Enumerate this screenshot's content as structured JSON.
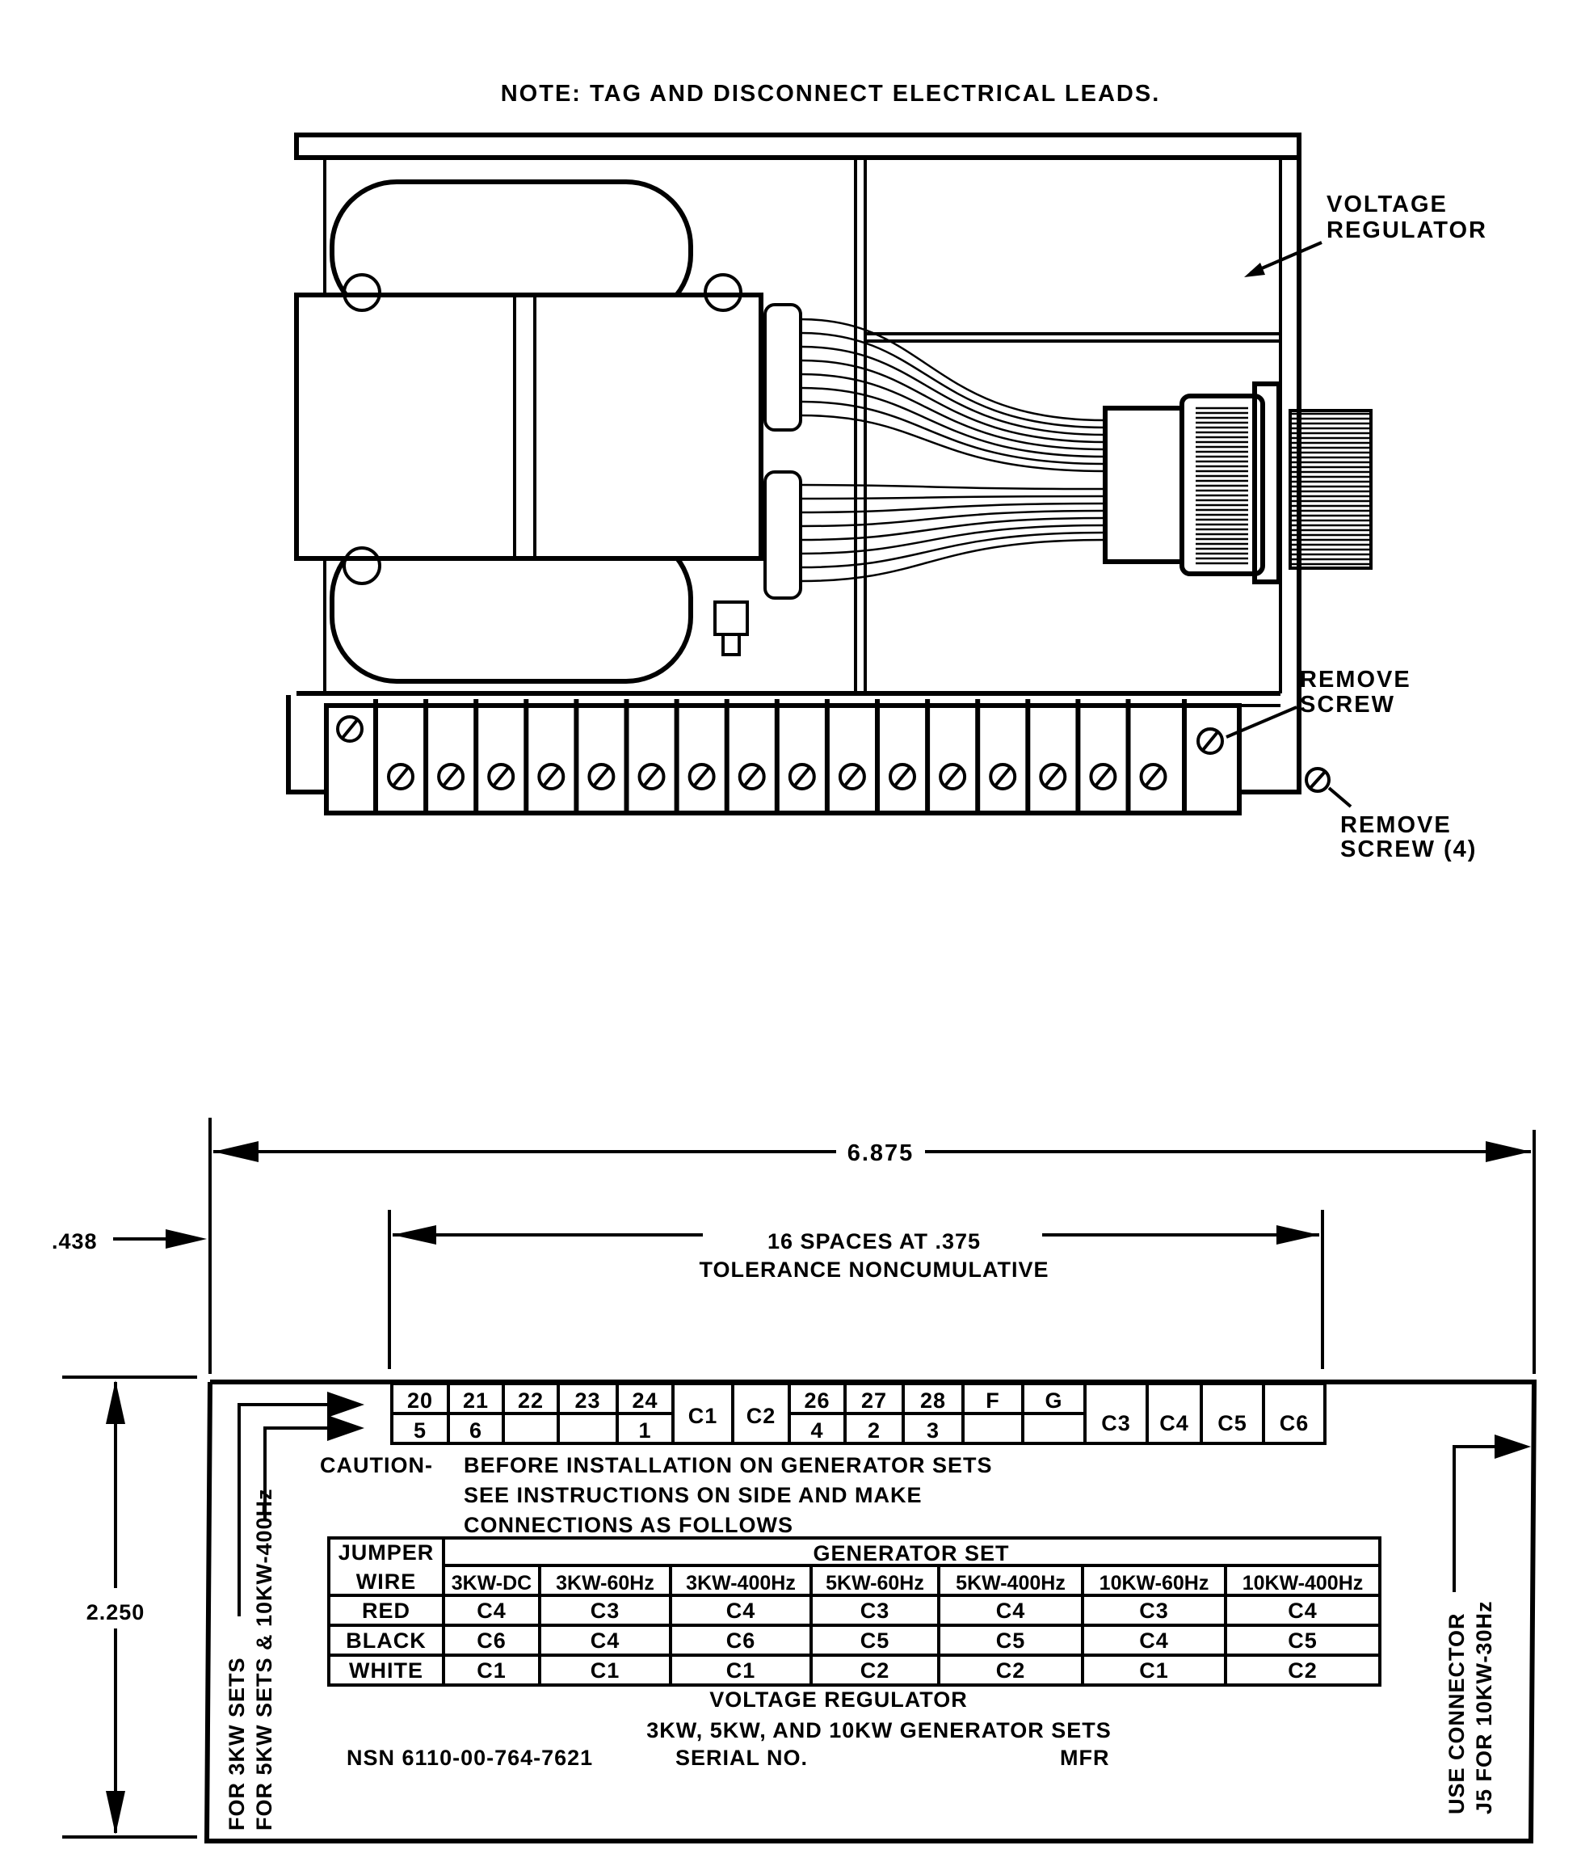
{
  "note": "NOTE:  TAG AND DISCONNECT ELECTRICAL LEADS.",
  "callouts": {
    "voltage_regulator": [
      "VOLTAGE",
      "REGULATOR"
    ],
    "remove_screw": [
      "REMOVE",
      "SCREW"
    ],
    "remove_screw_4": [
      "REMOVE",
      "SCREW (4)"
    ]
  },
  "dimensions": {
    "overall_width": "6.875",
    "offset": ".438",
    "spacing": [
      "16 SPACES AT .375",
      "TOLERANCE NONCUMULATIVE"
    ],
    "height": "2.250"
  },
  "terminal_block": [
    {
      "top": "20",
      "bottom": "5"
    },
    {
      "top": "21",
      "bottom": "6"
    },
    {
      "top": "22",
      "bottom": ""
    },
    {
      "top": "23",
      "bottom": ""
    },
    {
      "top": "24",
      "bottom": "1"
    },
    {
      "full": "C1"
    },
    {
      "full": "C2"
    },
    {
      "top": "26",
      "bottom": "4"
    },
    {
      "top": "27",
      "bottom": "2"
    },
    {
      "top": "28",
      "bottom": "3"
    },
    {
      "top": "F",
      "bottom": ""
    },
    {
      "top": "G",
      "bottom": ""
    },
    {
      "full": "C3"
    },
    {
      "full": "C4"
    },
    {
      "full": "C5"
    },
    {
      "full": "C6"
    }
  ],
  "side_left": [
    "FOR 3KW SETS",
    "FOR 5KW SETS & 10KW-400Hz"
  ],
  "side_right": [
    "USE CONNECTOR",
    "J5 FOR 10KW-30Hz"
  ],
  "caution": {
    "label": "CAUTION-",
    "lines": [
      "BEFORE INSTALLATION ON GENERATOR SETS",
      "SEE INSTRUCTIONS ON SIDE AND MAKE",
      "CONNECTIONS AS FOLLOWS"
    ]
  },
  "jumper_table": {
    "row_header": [
      "JUMPER",
      "WIRE"
    ],
    "group_header": "GENERATOR SET",
    "columns": [
      "3KW-DC",
      "3KW-60Hz",
      "3KW-400Hz",
      "5KW-60Hz",
      "5KW-400Hz",
      "10KW-60Hz",
      "10KW-400Hz"
    ],
    "rows": [
      {
        "wire": "RED",
        "values": [
          "C4",
          "C3",
          "C4",
          "C3",
          "C4",
          "C3",
          "C4"
        ]
      },
      {
        "wire": "BLACK",
        "values": [
          "C6",
          "C4",
          "C6",
          "C5",
          "C5",
          "C4",
          "C5"
        ]
      },
      {
        "wire": "WHITE",
        "values": [
          "C1",
          "C1",
          "C1",
          "C2",
          "C2",
          "C1",
          "C2"
        ]
      }
    ]
  },
  "plate": {
    "title": "VOLTAGE REGULATOR",
    "subtitle": "3KW, 5KW, AND 10KW GENERATOR SETS",
    "nsn": "NSN 6110-00-764-7621",
    "serial": "SERIAL NO.",
    "mfr": "MFR"
  }
}
